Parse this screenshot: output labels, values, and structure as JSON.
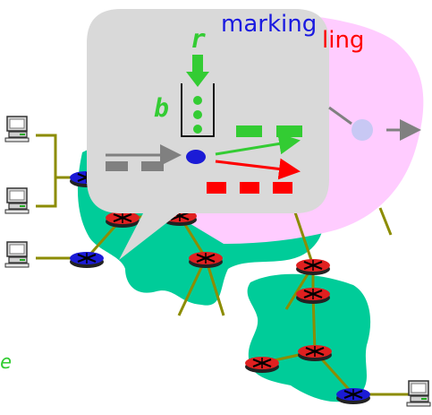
{
  "labels": {
    "marking": "marking",
    "policing_visible": "ling",
    "rate": "r",
    "bucket": "b",
    "edge_fragment": "e"
  },
  "colors": {
    "cloud": "#00cc99",
    "callout_gray": "#d9d9d9",
    "callout_pink": "#ffccff",
    "edge_router": "#1b1bd6",
    "core_router": "#e02020",
    "link": "#8c8c00",
    "token": "#33cc33",
    "marked_packet": "#ff0000",
    "incoming_packet": "#808080",
    "marking_text": "#1a1ae0",
    "policing_text": "#ff0000"
  },
  "icons": [
    "host-computer-icon",
    "edge-router-icon",
    "core-router-icon",
    "token-bucket-icon",
    "token-icon",
    "packet-icon",
    "arrow-icon"
  ]
}
